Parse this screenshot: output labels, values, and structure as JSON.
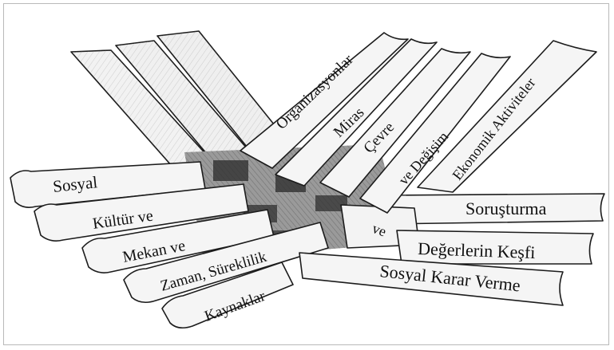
{
  "diagram": {
    "colors": {
      "paper": "#f4f4f4",
      "ink": "#1c1c1c",
      "shade": "#7a7a7a",
      "dark": "#3a3a3a"
    },
    "strips_left": [
      {
        "id": "sosyal",
        "text": "Sosyal"
      },
      {
        "id": "kultur",
        "text": "Kültür ve"
      },
      {
        "id": "mekan",
        "text": "Mekan ve"
      },
      {
        "id": "zaman",
        "text": "Zaman, Süreklilik"
      },
      {
        "id": "kaynaklar",
        "text": "Kaynaklar"
      }
    ],
    "strips_right": [
      {
        "id": "sorusturma",
        "text": "Soruşturma"
      },
      {
        "id": "ve-center",
        "text": "ve"
      },
      {
        "id": "degerler",
        "text": "Değerlerin Keşfi"
      },
      {
        "id": "karar",
        "text": "Sosyal Karar Verme"
      }
    ],
    "strips_vertical": [
      {
        "id": "organizasyonlar",
        "text": "Organizasyonlar"
      },
      {
        "id": "miras",
        "text": "Miras"
      },
      {
        "id": "cevre",
        "text": "Çevre"
      },
      {
        "id": "degisim",
        "text": "ve Değişim"
      },
      {
        "id": "ekonomik",
        "text": "Ekonomik Aktiviteler"
      }
    ]
  }
}
